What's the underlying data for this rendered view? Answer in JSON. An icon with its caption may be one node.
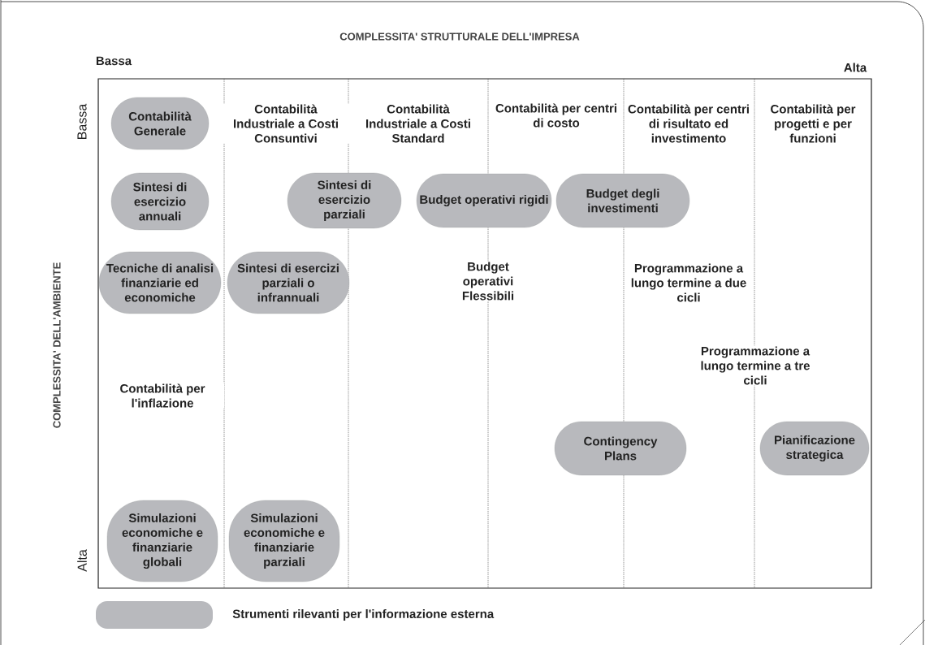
{
  "diagram": {
    "nodes": [
      {
        "text": [
          "Contabilità Generale"
        ]
      },
      {
        "text": [
          "Sintesi di esercizio annuali"
        ]
      },
      {
        "text": [
          "Sintesi di esercizio parziali"
        ]
      },
      {
        "text": [
          "Budget operativi rigidi"
        ]
      },
      {
        "text": [
          "Budget degli investimenti"
        ]
      },
      {
        "text": [
          "Tecniche di analisi finanziarie ed economiche"
        ]
      },
      {
        "text": [
          "Sintesi di esercizi parziali o infrannuali"
        ]
      },
      {
        "text": [
          "Contingency Plans"
        ]
      },
      {
        "text": [
          "Pianificazione strategica"
        ]
      },
      {
        "text": [
          "Simulazioni economiche e finanziarie globali"
        ]
      },
      {
        "text": [
          "Simulazioni economiche e finanziarie parziali"
        ]
      }
    ],
    "labels": [
      "COMPLESSITA' STRUTTURALE DELL'IMPRESA",
      "Bassa",
      "Alta",
      "Bassa",
      "Contabilità Industriale a Costi Consuntivi",
      "Contabilità Industriale a Costi Standard",
      "Contabilità per centri di costo",
      "Contabilità per centri di risultato ed investimento",
      "Contabilità per progetti e per funzioni",
      "Budget operativi Flessibili",
      "Programmazione a lungo termine a due cicli",
      "COMPLESSITA' DELL'AMBIENTE",
      "Programmazione a lungo termine a tre cicli",
      "Contabilità per l'inflazione",
      "Alta"
    ],
    "legend": [
      {
        "text": "Strumenti rilevanti per l'informazione esterna",
        "color": "#b8b9bd"
      }
    ]
  }
}
